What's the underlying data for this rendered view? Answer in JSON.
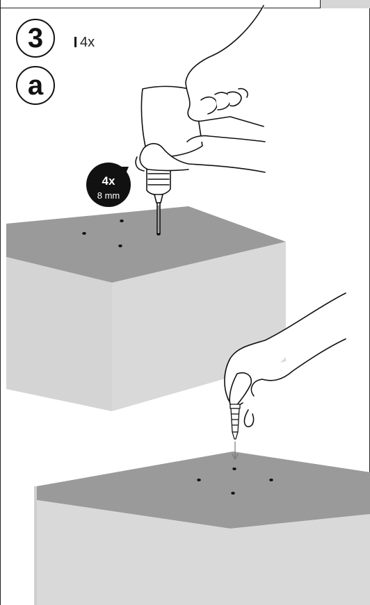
{
  "step": {
    "number": "3",
    "substep": "a",
    "quantity_label": "4x"
  },
  "drill_badge": {
    "count": "4x",
    "size": "8 mm"
  },
  "colors": {
    "block_top": "#9a9a9a",
    "block_side": "#d9d9d9",
    "tab": "#d6d6d6",
    "line": "#111111"
  },
  "icons": [
    "drill-icon",
    "hand-icon",
    "wall-plug-icon",
    "down-arrow-icon"
  ]
}
